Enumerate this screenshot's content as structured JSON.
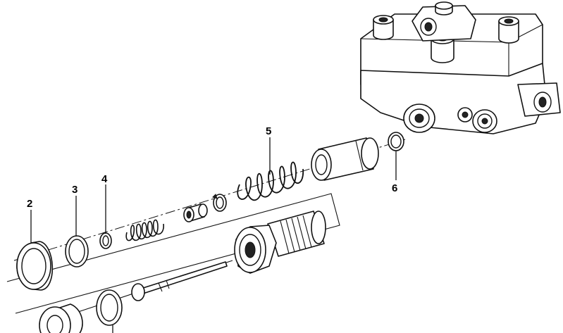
{
  "callouts": [
    {
      "id": "2",
      "label": "2"
    },
    {
      "id": "3",
      "label": "3"
    },
    {
      "id": "4",
      "label": "4"
    },
    {
      "id": "5",
      "label": "5"
    },
    {
      "id": "6",
      "label": "6"
    }
  ],
  "colors": {
    "line": "#111111",
    "background": "#ffffff"
  }
}
